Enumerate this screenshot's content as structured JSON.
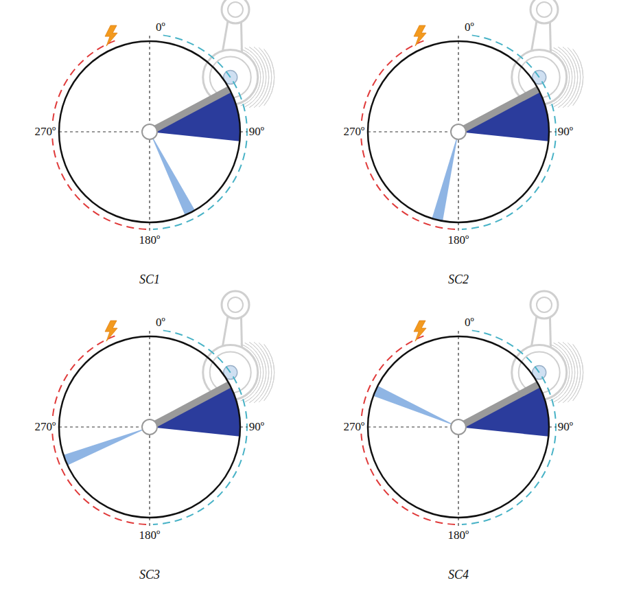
{
  "diagram": {
    "labels": [
      "0º",
      "270º",
      "90º",
      "180º",
      "SC1",
      "0º",
      "270º",
      "90º",
      "180º",
      "SC2",
      "0º",
      "270º",
      "90º",
      "180º",
      "SC3",
      "0º",
      "270º",
      "90º",
      "180º",
      "SC4"
    ]
  }
}
